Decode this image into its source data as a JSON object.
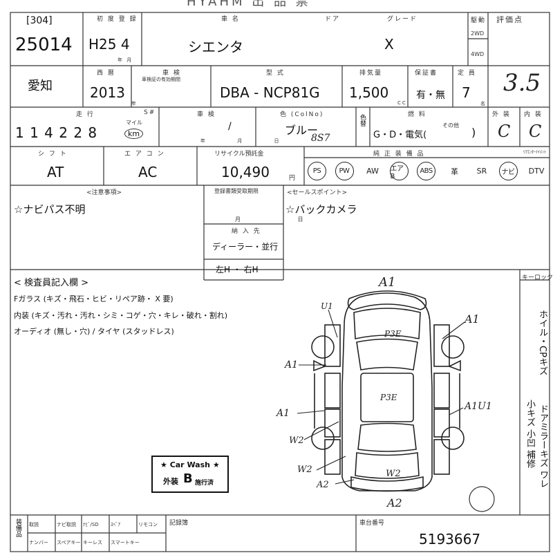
{
  "header": {
    "title_partial": "HYAHM 出 品 票"
  },
  "row1": {
    "lot_label": "[304]",
    "lot_no": "25014",
    "first_reg_label": "初 度 登 録",
    "first_reg": "H25 4",
    "first_reg_unit": "年 月",
    "model_name_label": "車 名",
    "model_name": "シエンタ",
    "door_label": "ドア",
    "grade_label": "グレード",
    "grade": "X",
    "drive_label": "駆動",
    "drive_2wd": "2WD",
    "drive_4wd": "4WD",
    "score_label": "評価点"
  },
  "row2": {
    "region": "愛知",
    "year_label": "西 暦",
    "year": "2013",
    "year_unit": "年",
    "inspection_label": "車 検",
    "inspection_sub": "車検証の有効期間",
    "type_label": "型 式",
    "type_value": "DBA - NCP81G",
    "displacement_label": "排気量",
    "displacement": "1,500",
    "displacement_unit": "CC",
    "warranty_label": "保証書",
    "warranty": "有・無",
    "capacity_label": "定 員",
    "capacity": "7",
    "capacity_unit": "名",
    "score": "3.5"
  },
  "row3": {
    "mileage_label": "走 行",
    "mileage": "1 1 4  2 2 8",
    "mileage_unit": "km",
    "mileage_unit_sub": "マイル",
    "odometer_label": "S#",
    "inspect_label": "車 検",
    "inspect_value": "/",
    "inspect_unit": "年 月 日",
    "color_label": "色 (ColNo)",
    "color": "ブルー",
    "color_code": "8S7",
    "color_change": "色替",
    "fuel_label": "燃 料",
    "fuel": "G・D・電気(",
    "fuel_other": "その他",
    "fuel_end": ")",
    "exterior_label": "外 装",
    "exterior": "C",
    "interior_label": "内 装",
    "interior": "C"
  },
  "row4": {
    "shift_label": "シ フ ト",
    "shift": "AT",
    "ac_label": "エ ア コ ン",
    "ac": "AC",
    "recycle_label": "リサイクル預託金",
    "recycle": "10,490",
    "yen": "円",
    "equipment_label": "純 正 装 備 品",
    "equipment": [
      "PS",
      "PW",
      "AW",
      "エアB",
      "ABS",
      "革",
      "SR",
      "ナビ",
      "DTV"
    ],
    "equipment_circled": [
      "PS",
      "PW",
      "エアB",
      "ABS",
      "ナビ"
    ],
    "dtv_label": "ﾘｱｴﾝﾀｰﾃｲﾒﾝﾄ"
  },
  "notes": {
    "notice_label": "<注意事項>",
    "notice": "☆ナビパス不明",
    "recheck_label": "登録書類受取期限",
    "recheck_unit": "月 日",
    "inspector_label": "納 入 先",
    "inspector": "ディーラー・並行",
    "handle": "左H ・ 右H",
    "sales_label": "<セールスポイント>",
    "sales": "☆バックカメラ"
  },
  "inspection": {
    "title": "< 検査員記入欄 >",
    "line1": "Fガラス (キズ・飛石・ヒビ・リペア跡・ X 要)",
    "line2": "内装 (キズ・汚れ・汚れ・シミ・コゲ・穴・キレ・破れ・割れ)",
    "line3": "オーディオ (無し・穴) / タイヤ (スタッドレス)",
    "car_wash_title": "★ Car Wash ★",
    "car_wash_grade_pre": "外装",
    "car_wash_grade": "B",
    "car_wash_grade_post": "施行済",
    "side_label": "キーロック",
    "side_note_1": "ホイル・CPキズ",
    "side_note_2": "小キズ 小凹 補修",
    "side_note_3": "ドアミラーキズ ワレ"
  },
  "diagram_marks": {
    "a1_top": "A1",
    "u1": "U1",
    "p3e_top": "P3E",
    "a1_right": "A1",
    "a1_left": "A1",
    "p3e_mid": "P3E",
    "a1_left2": "A1",
    "a1u1": "A1U1",
    "w2_left": "W2",
    "w2_bot_left": "W2",
    "w2_bot": "W2",
    "a2_bot_left": "A2",
    "a2_bottom": "A2"
  },
  "footer": {
    "equipment_label": "装備品",
    "items_row1": [
      "取説",
      "ナビ取説",
      "ﾅﾋﾞ/SD",
      "ｽﾍﾟｱ",
      "リモコン"
    ],
    "items_row2": [
      "ナンバー",
      "スペアキー",
      "キーレス",
      "スマートキー"
    ],
    "record_label": "記録簿",
    "chassis_label": "車台番号",
    "chassis": "5193667"
  }
}
